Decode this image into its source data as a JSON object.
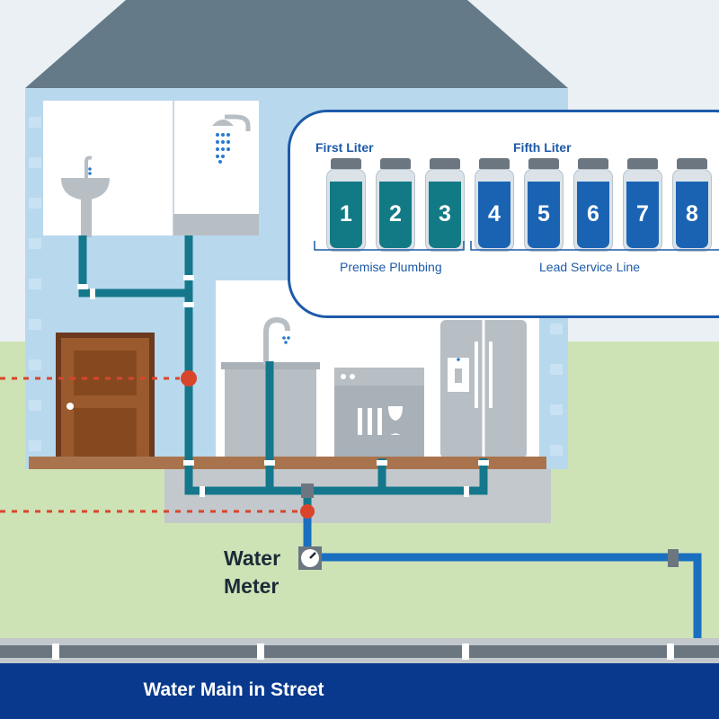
{
  "callout": {
    "first_liter_label": "First Liter",
    "fifth_liter_label": "Fifth Liter",
    "premise_plumbing_label": "Premise Plumbing",
    "lead_service_line_label": "Lead Service Line",
    "bottles": [
      {
        "number": "1",
        "section": "premise-plumbing"
      },
      {
        "number": "2",
        "section": "premise-plumbing"
      },
      {
        "number": "3",
        "section": "premise-plumbing"
      },
      {
        "number": "4",
        "section": "lead-service-line"
      },
      {
        "number": "5",
        "section": "lead-service-line"
      },
      {
        "number": "6",
        "section": "lead-service-line"
      },
      {
        "number": "7",
        "section": "lead-service-line"
      },
      {
        "number": "8",
        "section": "lead-service-line"
      }
    ]
  },
  "water_meter_label_line1": "Water",
  "water_meter_label_line2": "Meter",
  "street_label": "Water Main in Street",
  "colors": {
    "sky": "#ebf0f4",
    "grass": "#cde3b6",
    "house_wall": "#b8d8ee",
    "roof": "#647a89",
    "premise_pipe": "#14778c",
    "service_pipe": "#1a6fbf",
    "street": "#08398d",
    "sample_point": "#d9452b",
    "premise_bottle": "#127a85",
    "service_bottle": "#1a63b3"
  }
}
